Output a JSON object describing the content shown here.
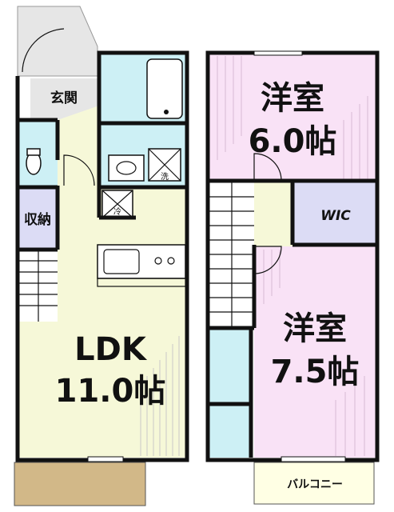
{
  "floor1": {
    "genkan": "玄関",
    "storage": "収納",
    "ldk_name": "LDK",
    "ldk_size": "11.0帖",
    "washer_mark": "洗",
    "sink_mark": "冷"
  },
  "floor2": {
    "room_a_name": "洋室",
    "room_a_size": "6.0帖",
    "wic": "WIC",
    "room_b_name": "洋室",
    "room_b_size": "7.5帖",
    "balcony": "バルコニー"
  },
  "colors": {
    "ldk": "#f6f8d8",
    "bedroom": "#f9e2f6",
    "wet_area": "#cdf0f5",
    "storage": "#dcdcf5",
    "hall": "#f6f8d8",
    "terrace": "#d2b888",
    "balcony": "#ffffe4",
    "entrance": "#e6e6e6"
  }
}
